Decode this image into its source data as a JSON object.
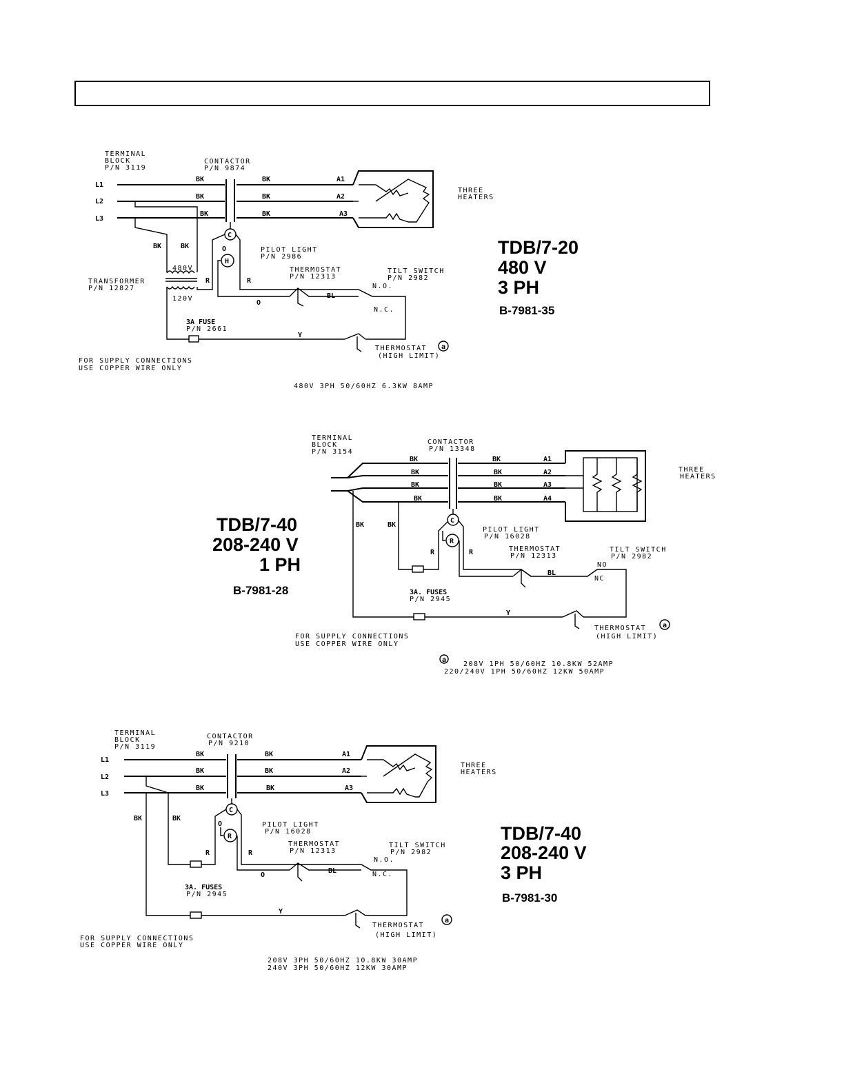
{
  "header_box": "",
  "diagrams": [
    {
      "model": "TDB/7-20",
      "voltage": "480 V",
      "phase": "3 PH",
      "drawing_no": "B-7981-35",
      "terminal_block": [
        "TERMINAL",
        "BLOCK",
        "P/N 3119"
      ],
      "contactor": [
        "CONTACTOR",
        "P/N 9874"
      ],
      "lines": [
        "L1",
        "L2",
        "L3"
      ],
      "wire_bk": "BK",
      "wire_r": "R",
      "wire_o": "O",
      "wire_bl": "BL",
      "wire_y": "Y",
      "terminals": [
        "A1",
        "A2",
        "A3"
      ],
      "heaters": [
        "THREE",
        "HEATERS"
      ],
      "contactor_coil": "C",
      "pilot_letter": "H",
      "pilot_light": [
        "PILOT LIGHT",
        "P/N 2986"
      ],
      "thermostat": [
        "THERMOSTAT",
        "P/N 12313"
      ],
      "tilt_switch": [
        "TILT SWITCH",
        "P/N 2982"
      ],
      "no": "N.O.",
      "nc": "N.C.",
      "transformer": [
        "TRANSFORMER",
        "P/N 12827"
      ],
      "primary": "480V",
      "secondary": "120V",
      "fuse": [
        "3A FUSE",
        "P/N 2661"
      ],
      "high_limit": [
        "THERMOSTAT",
        "(HIGH LIMIT)"
      ],
      "note_symbol": "a",
      "supply_note": [
        "FOR SUPPLY CONNECTIONS",
        "USE COPPER WIRE ONLY"
      ],
      "ratings": [
        "480V 3PH 50/60HZ 6.3KW 8AMP"
      ]
    },
    {
      "model": "TDB/7-40",
      "voltage": "208-240 V",
      "phase": "1 PH",
      "drawing_no": "B-7981-28",
      "terminal_block": [
        "TERMINAL",
        "BLOCK",
        "P/N 3154"
      ],
      "contactor": [
        "CONTACTOR",
        "P/N 13348"
      ],
      "wire_bk": "BK",
      "wire_r": "R",
      "wire_bl": "BL",
      "wire_y": "Y",
      "terminals": [
        "A1",
        "A2",
        "A3",
        "A4"
      ],
      "heaters": [
        "THREE",
        "HEATERS"
      ],
      "contactor_coil": "C",
      "pilot_letter": "R",
      "pilot_light": [
        "PILOT LIGHT",
        "P/N 16028"
      ],
      "thermostat": [
        "THERMOSTAT",
        "P/N 12313"
      ],
      "tilt_switch": [
        "TILT SWITCH",
        "P/N 2982"
      ],
      "no": "NO",
      "nc": "NC",
      "fuses": [
        "3A. FUSES",
        "P/N 2945"
      ],
      "high_limit": [
        "THERMOSTAT",
        "(HIGH LIMIT)"
      ],
      "note_symbol": "a",
      "supply_note": [
        "FOR SUPPLY CONNECTIONS",
        "USE COPPER WIRE ONLY"
      ],
      "ratings": [
        "208V 1PH 50/60HZ 10.8KW 52AMP",
        "220/240V 1PH 50/60HZ 12KW 50AMP"
      ]
    },
    {
      "model": "TDB/7-40",
      "voltage": "208-240 V",
      "phase": "3 PH",
      "drawing_no": "B-7981-30",
      "terminal_block": [
        "TERMINAL",
        "BLOCK",
        "P/N 3119"
      ],
      "contactor": [
        "CONTACTOR",
        "P/N 9210"
      ],
      "lines": [
        "L1",
        "L2",
        "L3"
      ],
      "wire_bk": "BK",
      "wire_r": "R",
      "wire_o": "O",
      "wire_bl": "BL",
      "wire_y": "Y",
      "terminals": [
        "A1",
        "A2",
        "A3"
      ],
      "heaters": [
        "THREE",
        "HEATERS"
      ],
      "contactor_coil": "C",
      "pilot_letter": "R",
      "pilot_light": [
        "PILOT LIGHT",
        "P/N 16028"
      ],
      "thermostat": [
        "THERMOSTAT",
        "P/N 12313"
      ],
      "tilt_switch": [
        "TILT SWITCH",
        "P/N 2982"
      ],
      "no": "N.O.",
      "nc": "N.C.",
      "fuses": [
        "3A. FUSES",
        "P/N 2945"
      ],
      "high_limit": [
        "THERMOSTAT",
        "(HIGH LIMIT)"
      ],
      "note_symbol": "a",
      "supply_note": [
        "FOR SUPPLY CONNECTIONS",
        "USE COPPER WIRE ONLY"
      ],
      "ratings": [
        "208V 3PH 50/60HZ 10.8KW 30AMP",
        "240V 3PH 50/60HZ 12KW 30AMP"
      ]
    }
  ]
}
